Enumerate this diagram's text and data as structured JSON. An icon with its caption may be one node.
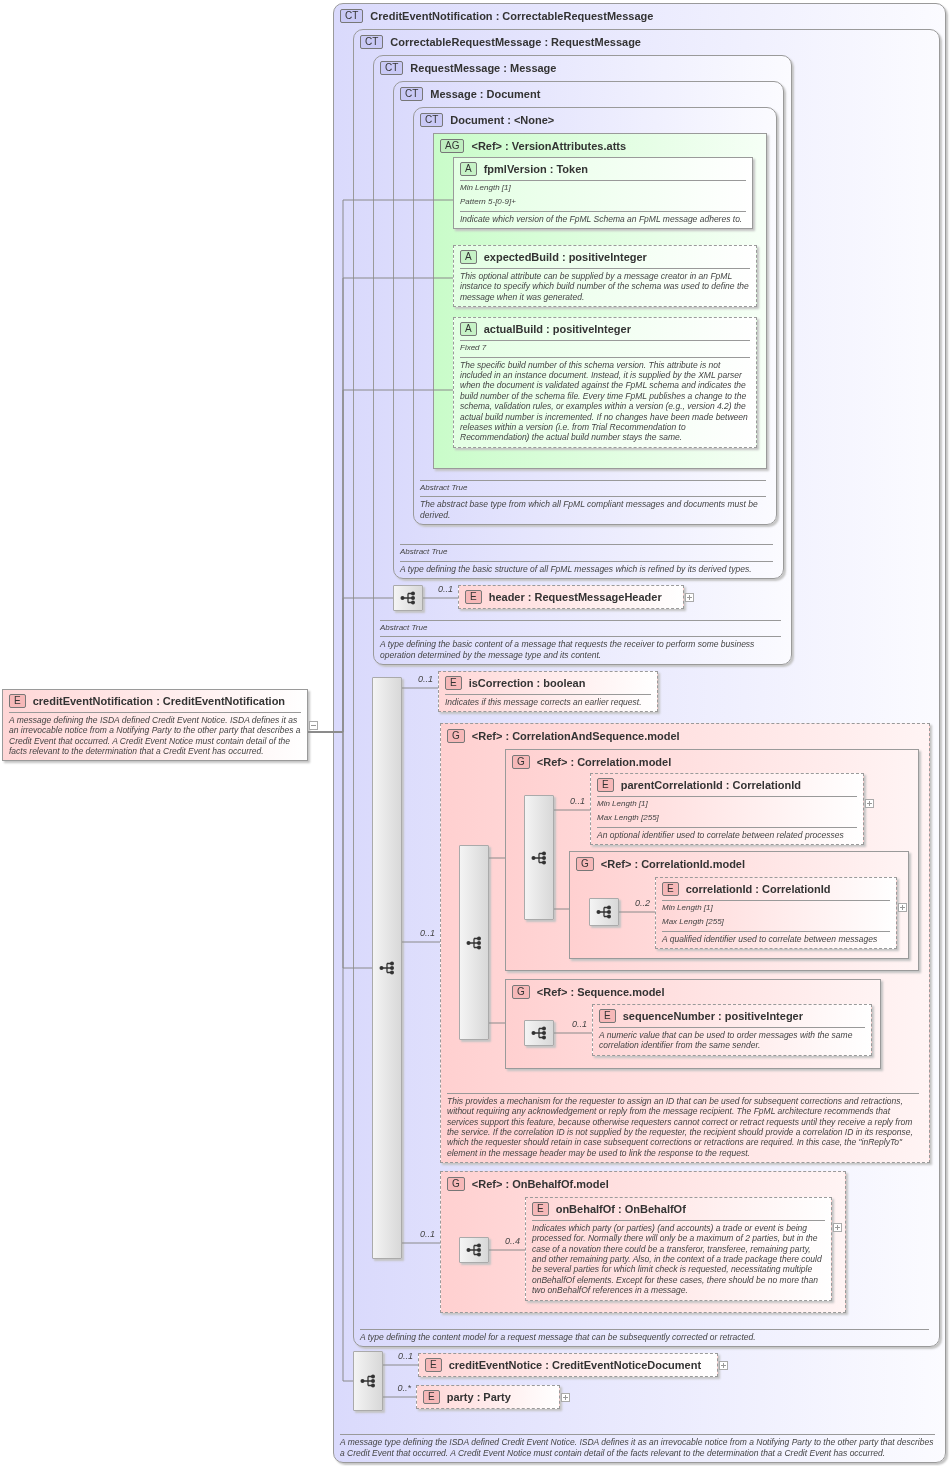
{
  "diagram": {
    "nodes": [
      {
        "text": [
          "E",
          "creditEventNotification : CreditEventNotification",
          "A message defining the ISDA defined Credit Event Notice. ISDA defines it as an irrevocable notice from a Notifying Party to the other party that describes a Credit Event that occurred. A Credit Event Notice must contain detail of the facts relevant to the determination that a Credit Event has occurred."
        ]
      },
      {
        "text": [
          "CT",
          "CreditEventNotification : CorrectableRequestMessage",
          "A message type defining the ISDA defined Credit Event Notice. ISDA defines it as an irrevocable notice from a Notifying Party to the other party that describes a Credit Event that occurred. A Credit Event Notice must contain detail of the facts relevant to the determination that a Credit Event has occurred."
        ]
      },
      {
        "text": [
          "CT",
          "CorrectableRequestMessage : RequestMessage",
          "A type defining the content model for a request message that can be subsequently corrected or retracted."
        ],
        "in": 1
      },
      {
        "text": [
          "CT",
          "RequestMessage : Message",
          "Abstract True",
          "A type defining the basic content of a message that requests the receiver to perform some business operation determined by the message type and its content."
        ],
        "in": 2
      },
      {
        "text": [
          "CT",
          "Message : Document",
          "Abstract True",
          "A type defining the basic structure of all FpML messages which is refined by its derived types."
        ],
        "in": 3
      },
      {
        "text": [
          "CT",
          "Document : <None>",
          "Abstract True",
          "The abstract base type from which all FpML compliant messages and documents must be derived."
        ],
        "in": 4
      },
      {
        "text": [
          "AG",
          "<Ref> : VersionAttributes.atts"
        ],
        "in": 5
      },
      {
        "text": [
          "A",
          "fpmlVersion : Token",
          "Min Length [1]",
          "Pattern 5-[0-9]+",
          "Indicate which version of the FpML Schema an FpML message adheres to."
        ],
        "in": 6
      },
      {
        "text": [
          "A",
          "expectedBuild : positiveInteger",
          "This optional attribute can be supplied by a message creator in an FpML instance to specify which build number of the schema was used to define the message when it was generated."
        ],
        "in": 6
      },
      {
        "text": [
          "A",
          "actualBuild : positiveInteger",
          "Fixed 7",
          "The specific build number of this schema version. This attribute is not included in an instance document. Instead, it is supplied by the XML parser when the document is validated against the FpML schema and indicates the build number of the schema file. Every time FpML publishes a change to the schema, validation rules, or examples within a version (e.g., version 4.2) the actual build number is incremented. If no changes have been made between releases within a version (i.e. from Trial Recommendation to Recommendation) the actual build number stays the same."
        ],
        "in": 6
      },
      {
        "text": [],
        "shape": "box",
        "in": 3
      },
      {
        "text": [
          "E",
          "header : RequestMessageHeader"
        ],
        "in": 3
      },
      {
        "text": [],
        "shape": "box",
        "in": 2
      },
      {
        "text": [
          "E",
          "isCorrection : boolean",
          "Indicates if this message corrects an earlier request."
        ],
        "in": 2
      },
      {
        "text": [
          "G",
          "<Ref> : CorrelationAndSequence.model",
          "This provides a mechanism for the requester to assign an ID that can be used for subsequent corrections and retractions, without requiring any acknowledgement or reply from the message recipient. The FpML architecture recommends that services support this feature, because otherwise requesters cannot correct or retract requests until they receive a reply from the service. If the correlation ID is not supplied by the requester, the recipient should provide a correlation ID in its response, which the requester should retain in case subsequent corrections or retractions are required. In this case, the \"inReplyTo\" element in the message header may be used to link the response to the request."
        ],
        "in": 2
      },
      {
        "text": [],
        "shape": "box",
        "in": 14
      },
      {
        "text": [
          "G",
          "<Ref> : Correlation.model"
        ],
        "in": 14
      },
      {
        "text": [],
        "shape": "box",
        "in": 16
      },
      {
        "text": [
          "E",
          "parentCorrelationId : CorrelationId",
          "Min Length [1]",
          "Max Length [255]",
          "An optional identifier used to correlate between related processes"
        ],
        "in": 16
      },
      {
        "text": [
          "G",
          "<Ref> : CorrelationId.model"
        ],
        "in": 16
      },
      {
        "text": [],
        "shape": "box",
        "in": 19
      },
      {
        "text": [
          "E",
          "correlationId : CorrelationId",
          "Min Length [1]",
          "Max Length [255]",
          "A qualified identifier used to correlate between messages"
        ],
        "in": 19
      },
      {
        "text": [
          "G",
          "<Ref> : Sequence.model"
        ],
        "in": 14
      },
      {
        "text": [],
        "shape": "box",
        "in": 22
      },
      {
        "text": [
          "E",
          "sequenceNumber : positiveInteger",
          "A numeric value that can be used to order messages with the same correlation identifier from the same sender."
        ],
        "in": 22
      },
      {
        "text": [
          "G",
          "<Ref> : OnBehalfOf.model"
        ],
        "in": 2
      },
      {
        "text": [],
        "shape": "box",
        "in": 25
      },
      {
        "text": [
          "E",
          "onBehalfOf : OnBehalfOf",
          "Indicates which party (or parties) (and accounts) a trade or event is being processed for. Normally there will only be a maximum of 2 parties, but in the case of a novation there could be a transferor, transferee, remaining party, and other remaining party. Also, in the context of a trade package there could be several parties for which limit check is requested, necessitating multiple onBehalfOf elements. Except for these cases, there should be no more than two onBehalfOf references in a message."
        ],
        "in": 25
      },
      {
        "text": [],
        "shape": "box",
        "in": 1
      },
      {
        "text": [
          "E",
          "creditEventNotice : CreditEventNoticeDocument"
        ],
        "in": 1
      },
      {
        "text": [
          "E",
          "party : Party"
        ],
        "in": 1
      }
    ],
    "edges": [
      {
        "from": 0,
        "to": 7,
        "arrow": "none"
      },
      {
        "from": 0,
        "to": 8,
        "arrow": "none"
      },
      {
        "from": 0,
        "to": 9,
        "arrow": "none"
      },
      {
        "from": 0,
        "to": 10,
        "arrow": "none"
      },
      {
        "from": 0,
        "to": 12,
        "arrow": "none"
      },
      {
        "from": 0,
        "to": 28,
        "arrow": "none"
      },
      {
        "from": 10,
        "to": 11,
        "arrow": "none",
        "label": "0..1"
      },
      {
        "from": 12,
        "to": 13,
        "arrow": "none",
        "label": "0..1"
      },
      {
        "from": 12,
        "to": 14,
        "arrow": "none",
        "label": "0..1"
      },
      {
        "from": 15,
        "to": 16,
        "arrow": "none"
      },
      {
        "from": 17,
        "to": 18,
        "arrow": "none",
        "label": "0..1"
      },
      {
        "from": 17,
        "to": 19,
        "arrow": "none"
      },
      {
        "from": 20,
        "to": 21,
        "arrow": "none",
        "label": "0..2"
      },
      {
        "from": 15,
        "to": 22,
        "arrow": "none"
      },
      {
        "from": 23,
        "to": 24,
        "arrow": "none",
        "label": "0..1"
      },
      {
        "from": 12,
        "to": 25,
        "arrow": "none",
        "label": "0..1"
      },
      {
        "from": 26,
        "to": 27,
        "arrow": "none",
        "label": "0..4"
      },
      {
        "from": 28,
        "to": 29,
        "arrow": "none",
        "label": "0..1"
      },
      {
        "from": 28,
        "to": 30,
        "arrow": "none",
        "label": "0..*"
      }
    ]
  }
}
